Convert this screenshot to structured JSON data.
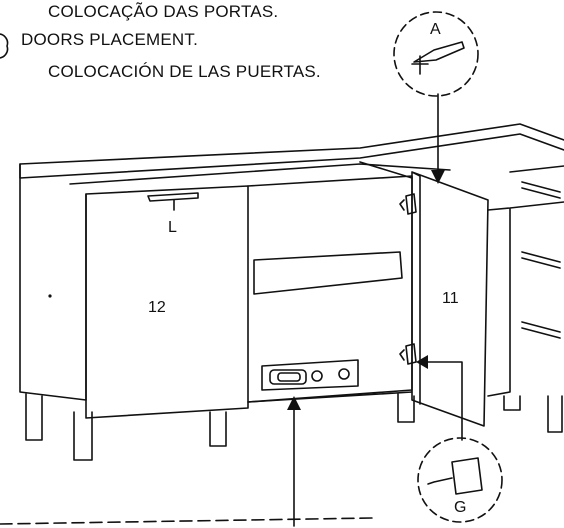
{
  "header": {
    "line_pt": "COLOCAÇÃO DAS PORTAS.",
    "line_en": "DOORS PLACEMENT.",
    "line_es": "COLOCACIÓN DE LAS PUERTAS."
  },
  "callouts": {
    "screw": "A",
    "hinge": "G"
  },
  "labels": {
    "handle": "L",
    "left_door": "12",
    "right_door": "11"
  },
  "colors": {
    "line": "#111111",
    "background": "#ffffff"
  }
}
